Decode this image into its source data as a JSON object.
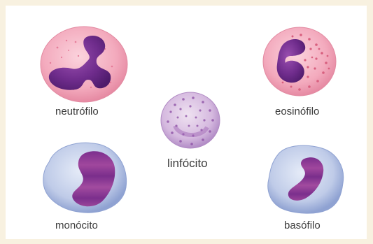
{
  "cells": {
    "neutrofilo": {
      "label": "neutrófilo"
    },
    "eosinofilo": {
      "label": "eosinófilo"
    },
    "linfocito": {
      "label": "linfócito"
    },
    "monocito": {
      "label": "monócito"
    },
    "basofilo": {
      "label": "basófilo"
    }
  },
  "colors": {
    "background": "#f8f1e0",
    "panel": "#ffffff",
    "nucleus": "#6a2a86",
    "pink_cytoplasm": "#f2a8bb",
    "blue_cytoplasm": "#b9c6e6",
    "lilac_cytoplasm": "#d8bde0"
  }
}
